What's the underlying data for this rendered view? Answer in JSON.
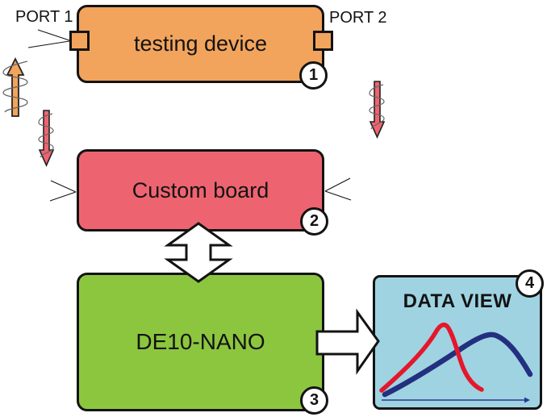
{
  "diagram": {
    "background_color": "#ffffff",
    "outline_color": "#131313",
    "port1": {
      "label": "PORT 1"
    },
    "port2": {
      "label": "PORT 2"
    },
    "nodes": {
      "testing_device": {
        "label": "testing device",
        "badge": "1",
        "fill": "#F2A45C"
      },
      "custom_board": {
        "label": "Custom board",
        "badge": "2",
        "fill": "#ED6470"
      },
      "de10_nano": {
        "label": "DE10-NANO",
        "badge": "3",
        "fill": "#8CC63F"
      },
      "data_view": {
        "label": "DATA VIEW",
        "badge": "4",
        "fill": "#9FD3E2"
      }
    },
    "icons": [
      {
        "name": "signal-up-arrow",
        "color": "#F2A45C",
        "description": "upward arrow with helix, left of testing device"
      },
      {
        "name": "signal-down-arrow-left",
        "color": "#ED6470",
        "description": "downward arrow with helix, left side"
      },
      {
        "name": "signal-down-arrow-right",
        "color": "#ED6470",
        "description": "downward arrow with helix, right side"
      },
      {
        "name": "double-headed-arrow",
        "color": "#ffffff",
        "description": "vertical double arrow between Custom board and DE10-NANO"
      },
      {
        "name": "right-arrow",
        "color": "#ffffff",
        "description": "arrow from DE10-NANO to DATA VIEW"
      },
      {
        "name": "port1-leader-lines",
        "color": "#131313"
      },
      {
        "name": "custom-board-side-marks",
        "color": "#131313"
      }
    ],
    "data_view_plot": {
      "type": "line",
      "series": [
        {
          "name": "red curve",
          "color": "#E4172B",
          "shape": "narrow asymmetric peak left of center"
        },
        {
          "name": "blue curve",
          "color": "#232F7F",
          "shape": "broad peak right of center"
        }
      ],
      "x_axis": {
        "color": "#2B3990",
        "style": "thin arrow pointing right"
      }
    }
  }
}
